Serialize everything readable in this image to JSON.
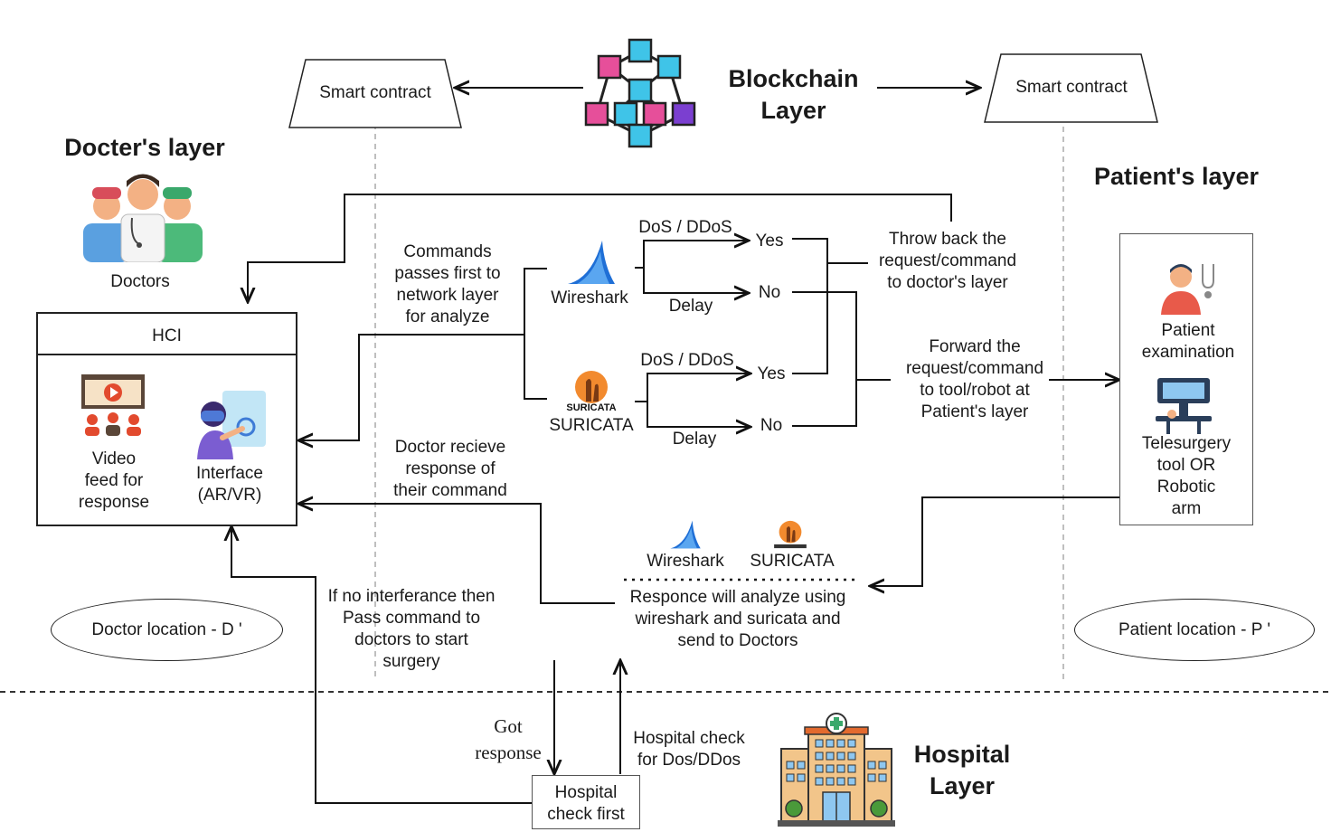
{
  "blockchain": {
    "title": "Blockchain\nLayer",
    "icon": "blockchain-cubes-icon"
  },
  "smart_contract_left": "Smart contract",
  "smart_contract_right": "Smart contract",
  "doctors_layer": {
    "title": "Docter's layer",
    "label": "Doctors",
    "icon": "doctors-group-icon"
  },
  "patients_layer": {
    "title": "Patient's layer"
  },
  "hci": {
    "header": "HCI",
    "video_label": "Video\nfeed for\nresponse",
    "interface_label": "Interface\n(AR/VR)"
  },
  "commands_note": "Commands\npasses first to\nnetwork layer\nfor analyze",
  "wireshark_label": "Wireshark",
  "suricata_label": "SURICATA",
  "suricata_logo_text": "SURICATA",
  "dos_ddos_top": "DoS / DDoS",
  "dos_ddos_bottom": "DoS / DDoS",
  "yes_top": "Yes",
  "no_top": "No",
  "yes_bottom": "Yes",
  "no_bottom": "No",
  "delay_top": "Delay",
  "delay_bottom": "Delay",
  "throw_back": "Throw back the\nrequest/command\nto doctor's layer",
  "forward": "Forward the\nrequest/command\nto tool/robot at\nPatient's layer",
  "patient_box": {
    "exam_label": "Patient\nexamination",
    "tool_label": "Telesurgery\ntool OR\nRobotic\narm"
  },
  "doctor_receive": "Doctor recieve\nresponse of\ntheir command",
  "response_analyze": "Responce will analyze using\nwireshark and suricata and\nsend to Doctors",
  "wireshark_small": "Wireshark",
  "suricata_small": "SURICATA",
  "no_interference": "If no interferance then\nPass command to\ndoctors to start\nsurgery",
  "doctor_location": "Doctor location - D '",
  "patient_location": "Patient location - P '",
  "got_response": "Got\nresponse",
  "hospital_check_dos": "Hospital check\nfor Dos/DDos",
  "hospital_check_first": "Hospital\ncheck first",
  "hospital_layer": "Hospital\nLayer"
}
